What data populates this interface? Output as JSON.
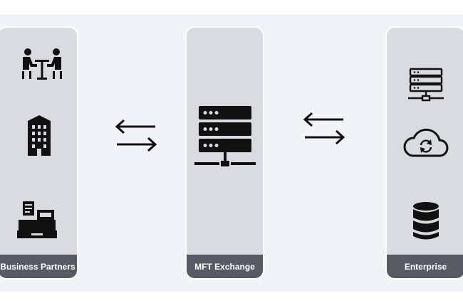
{
  "columns": {
    "left": {
      "label": "Business Partners",
      "icons": [
        "meeting-icon",
        "office-building-icon",
        "cash-register-icon"
      ]
    },
    "middle": {
      "label": "MFT Exchange",
      "icons": [
        "server-rack-icon"
      ]
    },
    "right": {
      "label": "Enterprise",
      "icons": [
        "network-server-icon",
        "cloud-sync-icon",
        "database-icon"
      ]
    }
  },
  "connectors": [
    "bidirectional-arrows-icon",
    "bidirectional-arrows-icon"
  ],
  "colors": {
    "background": "#f2f3f8",
    "panel": "#d9dbe0",
    "label_bar": "#575a63",
    "icon": "#111111"
  }
}
